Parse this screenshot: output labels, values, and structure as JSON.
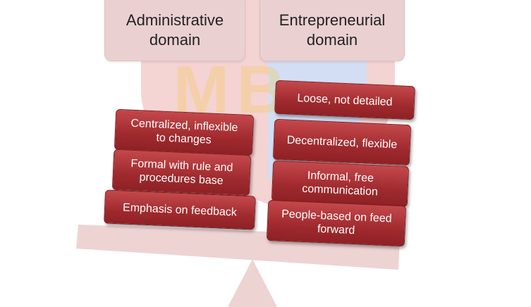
{
  "headers": {
    "administrative": "Administrative\ndomain",
    "entrepreneurial": "Entrepreneurial\ndomain"
  },
  "watermark": {
    "text": "MB"
  },
  "administrative_items": [
    "Centralized, inflexible\nto changes",
    "Formal with rule and\nprocedures base",
    "Emphasis on feedback"
  ],
  "entrepreneurial_items": [
    "Loose, not detailed",
    "Decentralized, flexible",
    "Informal, free\ncommunication",
    "People-based on feed\nforward"
  ],
  "colors": {
    "header_fill": "#ead0d1",
    "card_fill": "#a02a2e",
    "balance_fill": "#eed3d3",
    "watermark_red": "#d23c3c",
    "watermark_blue": "#3c6ed2",
    "watermark_gold": "#f5c84b"
  }
}
